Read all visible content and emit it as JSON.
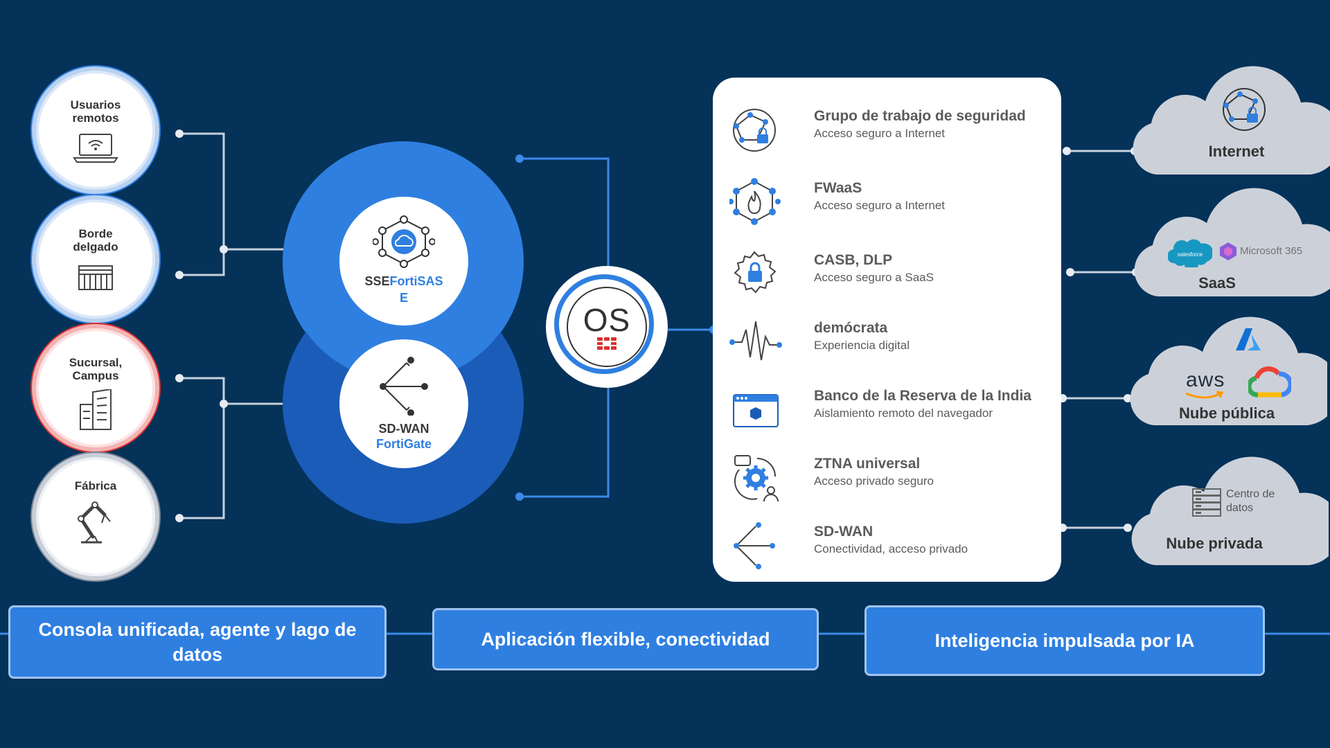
{
  "sources": [
    {
      "label": "Usuarios\nremotos",
      "icon": "laptop-wifi-icon"
    },
    {
      "label": "Borde\ndelgado",
      "icon": "storefront-icon"
    },
    {
      "label": "Sucursal,\nCampus",
      "icon": "building-icon"
    },
    {
      "label": "Fábrica",
      "icon": "robot-arm-icon"
    }
  ],
  "sse": {
    "prefix": "SSE",
    "brand_a": "FortiSAS",
    "brand_b": "E"
  },
  "sdwan": {
    "title": "SD-WAN",
    "brand": "FortiGate"
  },
  "hub": {
    "label": "OS"
  },
  "services": [
    {
      "name": "Grupo de trabajo de seguridad",
      "desc": "Acceso seguro a Internet",
      "icon": "globe-lock-icon"
    },
    {
      "name": "FWaaS",
      "desc": "Acceso seguro a Internet",
      "icon": "firewall-hex-icon"
    },
    {
      "name": "CASB, DLP",
      "desc": "Acceso seguro a SaaS",
      "icon": "gear-lock-icon"
    },
    {
      "name": "demócrata",
      "desc": "Experiencia digital",
      "icon": "waveform-icon"
    },
    {
      "name": "Banco de la Reserva de la India",
      "desc": "Aislamiento remoto del navegador",
      "icon": "browser-window-icon"
    },
    {
      "name": "ZTNA universal",
      "desc": "Acceso privado seguro",
      "icon": "gear-user-icon"
    },
    {
      "name": "SD-WAN",
      "desc": "Conectividad, acceso privado",
      "icon": "network-branch-icon"
    }
  ],
  "destinations": [
    {
      "label": "Internet",
      "icon": "globe-lock-icon"
    },
    {
      "label": "SaaS",
      "logos": [
        "salesforce",
        "Microsoft 365"
      ]
    },
    {
      "label": "Nube pública",
      "logos": [
        "aws"
      ]
    },
    {
      "label": "Nube privada",
      "sub": "Centro de\ndatos"
    }
  ],
  "bottom": [
    "Consola unificada, agente y lago de datos",
    "Aplicación flexible, conectividad",
    "Inteligencia impulsada por IA"
  ],
  "colors": {
    "background": "#043259",
    "accent": "#2f7fe0",
    "dark_accent": "#1a5cb8",
    "fortinet_red": "#d93030"
  }
}
